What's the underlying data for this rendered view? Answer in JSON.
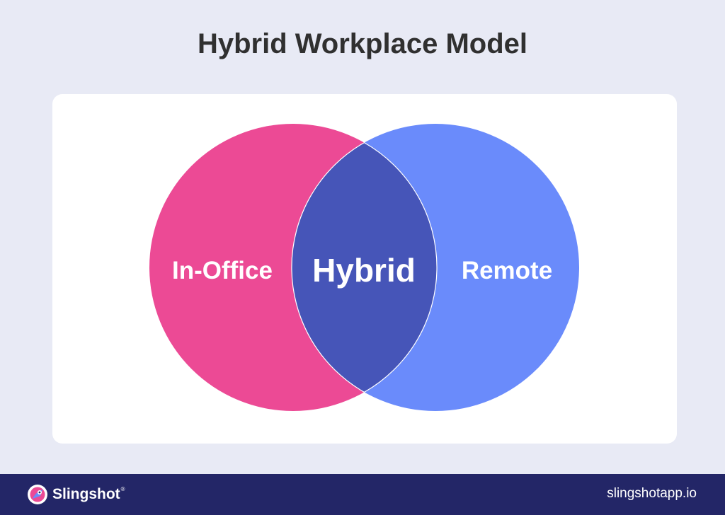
{
  "header": {
    "title": "Hybrid Workplace Model"
  },
  "diagram": {
    "left_label": "In-Office",
    "center_label": "Hybrid",
    "right_label": "Remote",
    "colors": {
      "left": "#ec4a95",
      "right": "#6a8bfb",
      "overlap": "#4655b8",
      "label": "#ffffff"
    }
  },
  "footer": {
    "brand_name": "Slingshot",
    "brand_mark": "®",
    "logo_icon": "slingshot-logo-icon",
    "website": "slingshotapp.io",
    "background": "#232667"
  }
}
